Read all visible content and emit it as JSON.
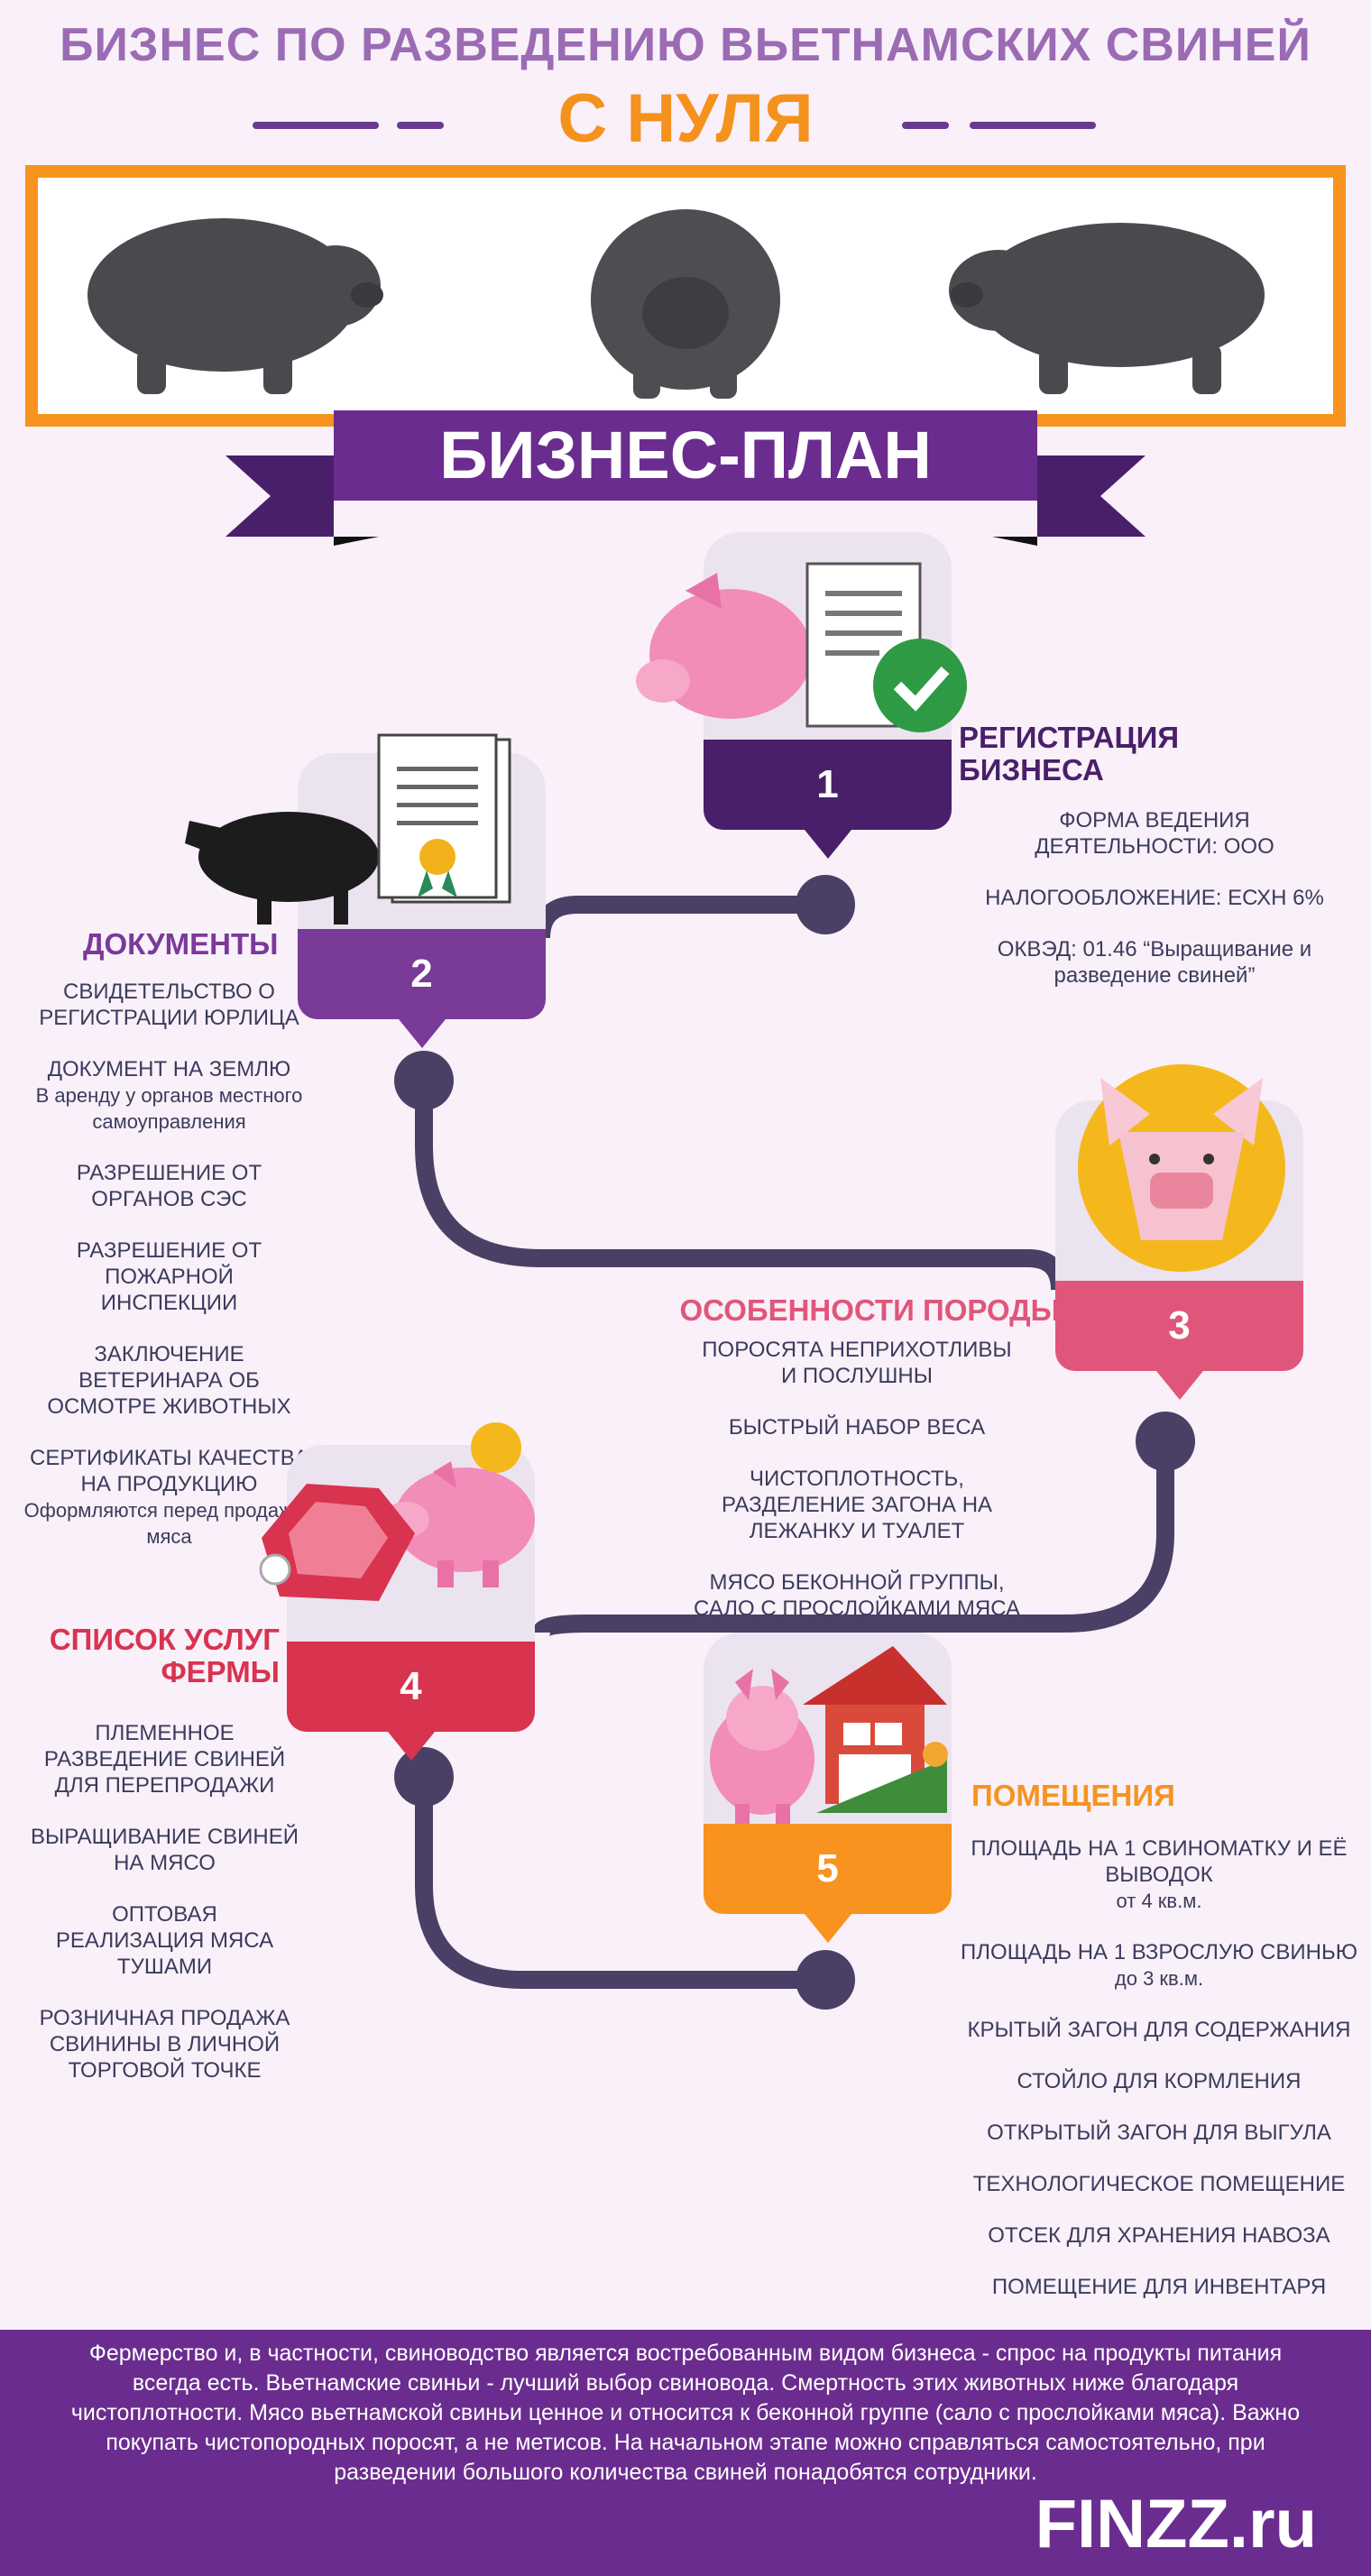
{
  "header": {
    "title": "БИЗНЕС ПО РАЗВЕДЕНИЮ ВЬЕТНАМСКИХ СВИНЕЙ",
    "subtitle": "С НУЛЯ"
  },
  "banner": {
    "label": "БИЗНЕС-ПЛАН"
  },
  "steps": [
    {
      "number": "1",
      "heading": "РЕГИСТРАЦИЯ БИЗНЕСА",
      "items": [
        {
          "text": "ФОРМА ВЕДЕНИЯ ДЕЯТЕЛЬНОСТИ: ООО"
        },
        {
          "text": "НАЛОГООБЛОЖЕНИЕ: ЕСХН 6%"
        },
        {
          "text": "ОКВЭД: 01.46 “Выращивание и разведение свиней”"
        }
      ]
    },
    {
      "number": "2",
      "heading": "ДОКУМЕНТЫ",
      "items": [
        {
          "text": "СВИДЕТЕЛЬСТВО О РЕГИСТРАЦИИ ЮРЛИЦА",
          "sub": ""
        },
        {
          "text": "ДОКУМЕНТ НА ЗЕМЛЮ",
          "sub": "В аренду у органов местного самоуправления"
        },
        {
          "text": "РАЗРЕШЕНИЕ ОТ ОРГАНОВ СЭС",
          "sub": ""
        },
        {
          "text": "РАЗРЕШЕНИЕ ОТ ПОЖАРНОЙ ИНСПЕКЦИИ",
          "sub": ""
        },
        {
          "text": "ЗАКЛЮЧЕНИЕ ВЕТЕРИНАРА ОБ ОСМОТРЕ ЖИВОТНЫХ",
          "sub": ""
        },
        {
          "text": "СЕРТИФИКАТЫ КАЧЕСТВА НА ПРОДУКЦИЮ",
          "sub": "Оформляются перед продажей мяса"
        }
      ]
    },
    {
      "number": "3",
      "heading": "ОСОБЕННОСТИ ПОРОДЫ",
      "items": [
        {
          "text": "ПОРОСЯТА НЕПРИХОТЛИВЫ И ПОСЛУШНЫ"
        },
        {
          "text": "БЫСТРЫЙ НАБОР ВЕСА"
        },
        {
          "text": "ЧИСТОПЛОТНОСТЬ, РАЗДЕЛЕНИЕ ЗАГОНА НА ЛЕЖАНКУ И ТУАЛЕТ"
        },
        {
          "text": "МЯСО БЕКОННОЙ ГРУППЫ, САЛО С ПРОСЛОЙКАМИ МЯСА"
        }
      ]
    },
    {
      "number": "4",
      "heading": "СПИСОК УСЛУГ ФЕРМЫ",
      "items": [
        {
          "text": "ПЛЕМЕННОЕ РАЗВЕДЕНИЕ СВИНЕЙ ДЛЯ ПЕРЕПРОДАЖИ"
        },
        {
          "text": "ВЫРАЩИВАНИЕ СВИНЕЙ НА МЯСО"
        },
        {
          "text": "ОПТОВАЯ РЕАЛИЗАЦИЯ МЯСА ТУШАМИ"
        },
        {
          "text": "РОЗНИЧНАЯ ПРОДАЖА СВИНИНЫ В ЛИЧНОЙ ТОРГОВОЙ ТОЧКЕ"
        }
      ]
    },
    {
      "number": "5",
      "heading": "ПОМЕЩЕНИЯ",
      "items": [
        {
          "text": "ПЛОЩАДЬ НА 1 СВИНОМАТКУ И ЕЁ ВЫВОДОК",
          "sub": "от 4 кв.м."
        },
        {
          "text": "ПЛОЩАДЬ НА 1 ВЗРОСЛУЮ СВИНЬЮ",
          "sub": "до 3 кв.м."
        },
        {
          "text": "КРЫТЫЙ ЗАГОН ДЛЯ СОДЕРЖАНИЯ",
          "sub": ""
        },
        {
          "text": "СТОЙЛО ДЛЯ КОРМЛЕНИЯ",
          "sub": ""
        },
        {
          "text": "ОТКРЫТЫЙ ЗАГОН ДЛЯ ВЫГУЛА",
          "sub": ""
        },
        {
          "text": "ТЕХНОЛОГИЧЕСКОЕ ПОМЕЩЕНИЕ",
          "sub": ""
        },
        {
          "text": "ОТСЕК ДЛЯ ХРАНЕНИЯ НАВОЗА",
          "sub": ""
        },
        {
          "text": "ПОМЕЩЕНИЕ ДЛЯ ИНВЕНТАРЯ",
          "sub": ""
        }
      ]
    }
  ],
  "footer": {
    "text": "Фермерство и, в частности, свиноводство является востребованным видом бизнеса - спрос на продукты питания всегда есть. Вьетнамские свиньи - лучший выбор свиновода. Смертность этих животных ниже благодаря чистоплотности. Мясо вьетнамской свиньи ценное и относится к беконной группе (сало с прослойками мяса). Важно покупать чистопородных поросят, а не метисов. На начальном этапе можно справляться самостоятельно, при разведении большого количества свиней понадобятся сотрудники.",
    "logo": "FINZZ.ru"
  },
  "colors": {
    "purple": "#6b2c8f",
    "lavender": "#9b6bb4",
    "orange": "#f7931e",
    "pink": "#e0567a",
    "crimson": "#d8334f",
    "path": "#4a4066"
  }
}
